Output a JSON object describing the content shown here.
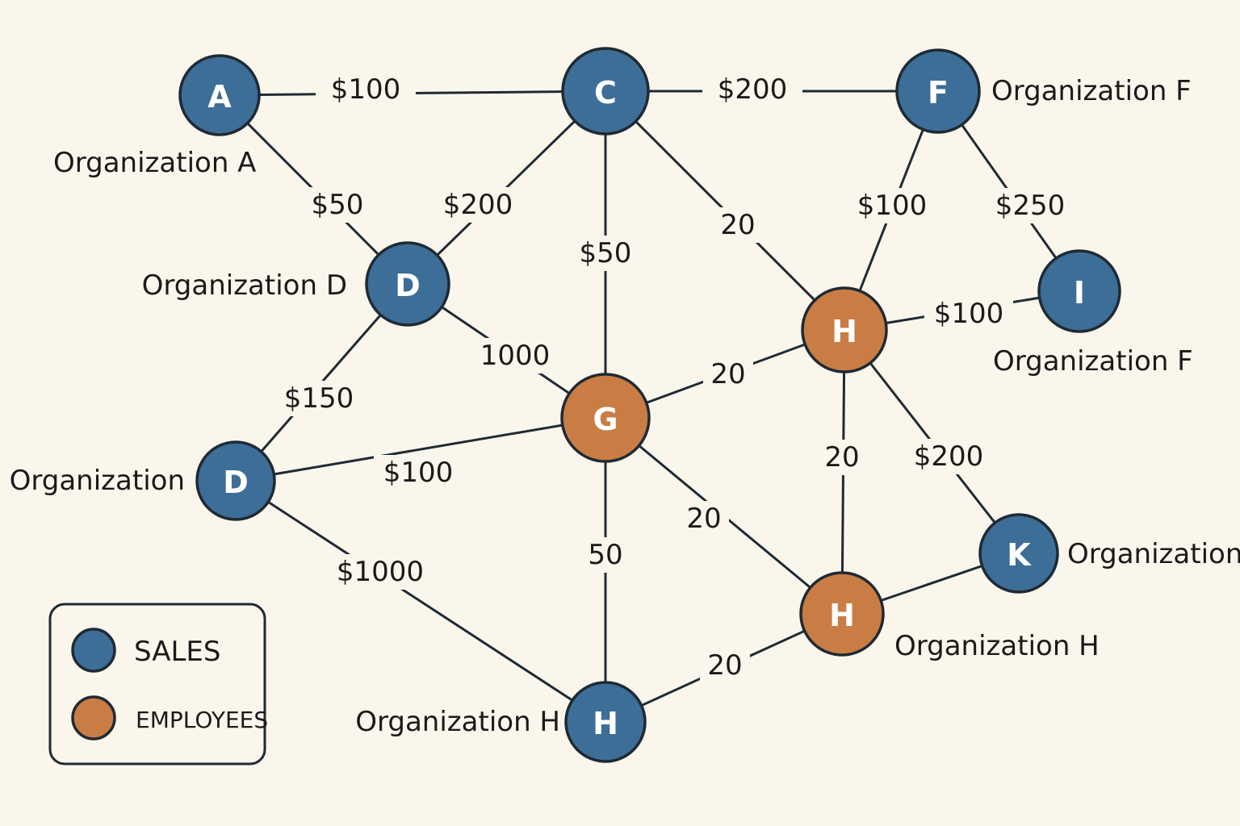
{
  "colors": {
    "sales": "#3c6e98",
    "employees": "#c97d44",
    "background": "#fbf6ec",
    "line": "#1f2a33"
  },
  "legend": {
    "items": [
      {
        "type": "sales",
        "label": "SALES"
      },
      {
        "type": "employees",
        "label": "EMPLOYEES"
      }
    ]
  },
  "nodes": [
    {
      "id": "A",
      "letter": "A",
      "type": "sales",
      "caption": "Organization A"
    },
    {
      "id": "C",
      "letter": "C",
      "type": "sales",
      "caption": ""
    },
    {
      "id": "F1",
      "letter": "F",
      "type": "sales",
      "caption": "Organization F"
    },
    {
      "id": "D1",
      "letter": "D",
      "type": "sales",
      "caption": "Organization D"
    },
    {
      "id": "I",
      "letter": "I",
      "type": "sales",
      "caption": "Organization F"
    },
    {
      "id": "H1",
      "letter": "H",
      "type": "employees",
      "caption": ""
    },
    {
      "id": "G",
      "letter": "G",
      "type": "employees",
      "caption": ""
    },
    {
      "id": "D2",
      "letter": "D",
      "type": "sales",
      "caption": "Organization"
    },
    {
      "id": "K",
      "letter": "K",
      "type": "sales",
      "caption": "Organization"
    },
    {
      "id": "H2",
      "letter": "H",
      "type": "employees",
      "caption": "Organization H"
    },
    {
      "id": "H3",
      "letter": "H",
      "type": "sales",
      "caption": "Organization H"
    }
  ],
  "edges": [
    {
      "from": "A",
      "to": "C",
      "label": "$100"
    },
    {
      "from": "C",
      "to": "F1",
      "label": "$200"
    },
    {
      "from": "A",
      "to": "D1",
      "label": "$50"
    },
    {
      "from": "C",
      "to": "D1",
      "label": "$200"
    },
    {
      "from": "C",
      "to": "G",
      "label": "$50"
    },
    {
      "from": "C",
      "to": "H1",
      "label": "20"
    },
    {
      "from": "F1",
      "to": "H1",
      "label": "$100"
    },
    {
      "from": "F1",
      "to": "I",
      "label": "$250"
    },
    {
      "from": "H1",
      "to": "I",
      "label": "$100"
    },
    {
      "from": "D1",
      "to": "G",
      "label": "1000"
    },
    {
      "from": "D1",
      "to": "D2",
      "label": "$150"
    },
    {
      "from": "G",
      "to": "H1",
      "label": "20"
    },
    {
      "from": "H1",
      "to": "H2",
      "label": "20"
    },
    {
      "from": "H1",
      "to": "K",
      "label": "$200"
    },
    {
      "from": "D2",
      "to": "G",
      "label": "$100"
    },
    {
      "from": "G",
      "to": "H2",
      "label": "20"
    },
    {
      "from": "G",
      "to": "H3",
      "label": "50"
    },
    {
      "from": "D2",
      "to": "H3",
      "label": "$1000"
    },
    {
      "from": "H2",
      "to": "K",
      "label": ""
    },
    {
      "from": "H3",
      "to": "H2",
      "label": "20"
    }
  ]
}
